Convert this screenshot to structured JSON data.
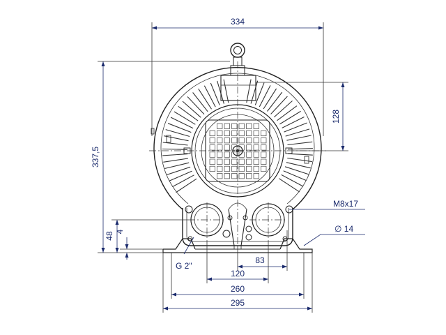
{
  "dimensions": {
    "overall_width": "334",
    "overall_height": "337,5",
    "outlet_height": "128",
    "flange_height": "48",
    "foot_thickness": "4",
    "thread": "M8x17",
    "hole_diameter": "∅ 14",
    "port_thread": "G 2\"",
    "port_offset": "83",
    "port_spacing": "120",
    "foot_hole_spacing": "260",
    "foot_width": "295"
  },
  "colors": {
    "dimension": "#1a2a6c",
    "outline": "#222222"
  }
}
